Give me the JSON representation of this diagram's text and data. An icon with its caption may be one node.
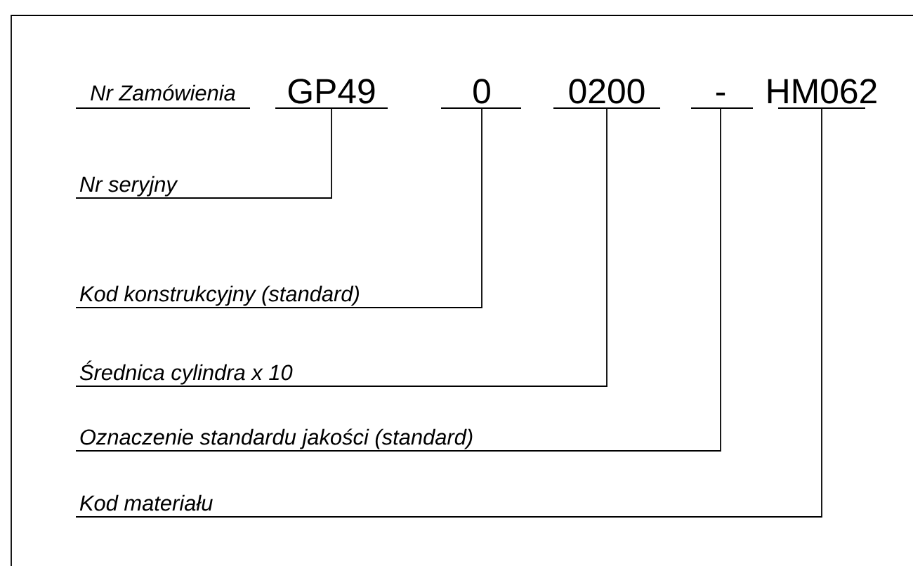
{
  "diagram": {
    "nodes": [
      {
        "text": [
          "GP49"
        ]
      },
      {
        "text": [
          "0"
        ]
      },
      {
        "text": [
          "0200"
        ]
      },
      {
        "text": [
          "-"
        ]
      },
      {
        "text": [
          "HM062"
        ]
      },
      {
        "text": [
          "Nr seryjny"
        ]
      },
      {
        "text": [
          "Kod konstrukcyjny (standard)"
        ]
      },
      {
        "text": [
          "Średnica cylindra x 10"
        ]
      },
      {
        "text": [
          "Oznaczenie standardu jakości (standard)"
        ]
      },
      {
        "text": [
          "Kod materiału"
        ]
      }
    ],
    "edges": [
      {
        "from": 0,
        "to": 5,
        "arrow": "none"
      },
      {
        "from": 1,
        "to": 6,
        "arrow": "none"
      },
      {
        "from": 2,
        "to": 7,
        "arrow": "none"
      },
      {
        "from": 3,
        "to": 8,
        "arrow": "none"
      },
      {
        "from": 4,
        "to": 9,
        "arrow": "none"
      }
    ],
    "labels": [
      "Nr Zamówienia"
    ]
  }
}
